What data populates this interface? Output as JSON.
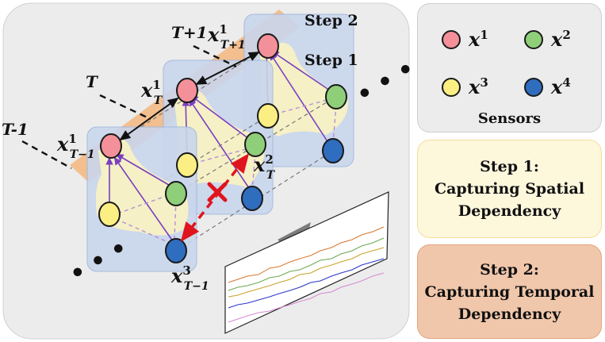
{
  "diagram": {
    "labels": {
      "step2": "Step 2",
      "step1": "Step 1",
      "t_prev": "T-1",
      "t_now": "T",
      "t_next": "T+1",
      "x1_prev": "x",
      "x1_prev_sup": "1",
      "x1_prev_sub": "T−1",
      "x1_now": "x",
      "x1_now_sup": "1",
      "x1_now_sub": "T",
      "x1_next": "x",
      "x1_next_sup": "1",
      "x1_next_sub": "T+1",
      "x2_now": "x",
      "x2_now_sup": "2",
      "x2_now_sub": "T",
      "x3_prev": "x",
      "x3_prev_sup": "3",
      "x3_prev_sub": "T−1",
      "ellipsis": "• • •"
    },
    "colors": {
      "x1": "#f4909a",
      "x2": "#8fcf79",
      "x3": "#fbef84",
      "x4": "#2f6dbf",
      "frame": "#c9d6ec",
      "highlight_spatial": "#fbf3c2",
      "highlight_temporal": "#f5b77f",
      "edge": "#7a3fc0",
      "cross": "#e0141c"
    },
    "icons": [
      "double-arrow-icon",
      "cross-mark-icon",
      "gray-arrow-icon",
      "time-series-signal-icon"
    ]
  },
  "legend": {
    "title": "Sensors",
    "items": [
      {
        "base": "x",
        "sup": "1",
        "color": "#f4909a"
      },
      {
        "base": "x",
        "sup": "2",
        "color": "#8fcf79"
      },
      {
        "base": "x",
        "sup": "3",
        "color": "#fbef84"
      },
      {
        "base": "x",
        "sup": "4",
        "color": "#2f6dbf"
      }
    ]
  },
  "step1_box": {
    "text": "Step 1:\nCapturing Spatial\nDependency"
  },
  "step2_box": {
    "text": "Step 2:\nCapturing Temporal\nDependency"
  }
}
